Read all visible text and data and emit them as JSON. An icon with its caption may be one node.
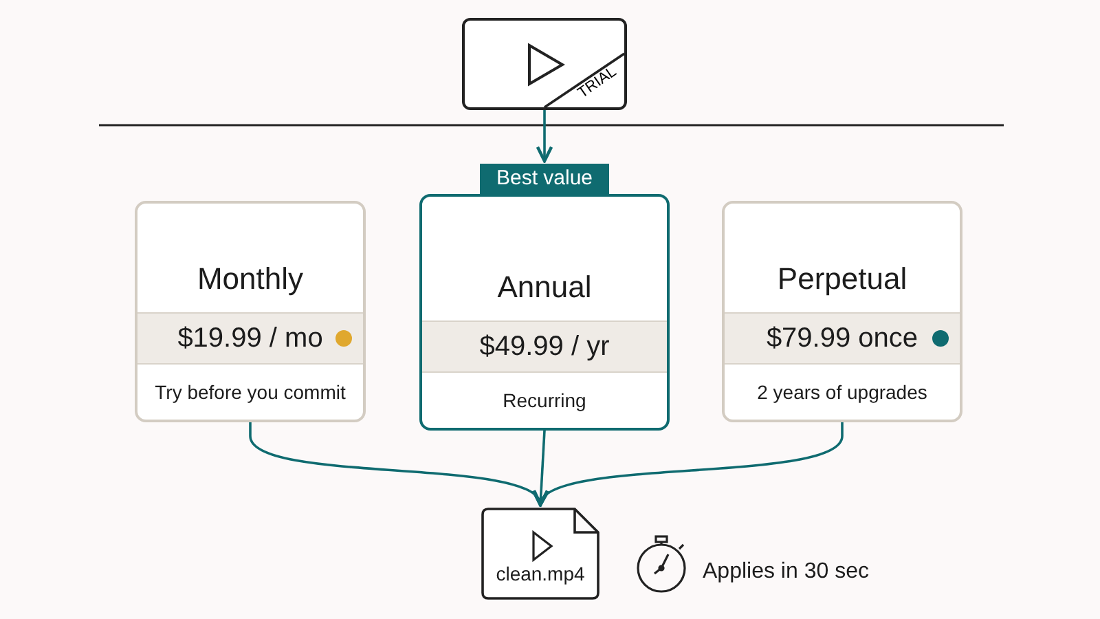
{
  "diagram": {
    "nodes": [
      {
        "text": [
          "TRIAL"
        ]
      },
      {
        "text": [
          "Monthly",
          "$19.99 / mo",
          "Try before you commit"
        ]
      },
      {
        "text": [
          "Best value",
          "Annual",
          "$49.99 / yr",
          "Recurring"
        ]
      },
      {
        "text": [
          "Perpetual",
          "$79.99 once",
          "2 years of upgrades"
        ]
      },
      {
        "text": [
          "clean.mp4"
        ]
      }
    ],
    "edges": [
      {
        "from": 0,
        "to": 2,
        "arrow": "to"
      },
      {
        "from": 1,
        "to": 4,
        "arrow": "to"
      },
      {
        "from": 2,
        "to": 4,
        "arrow": "to"
      },
      {
        "from": 3,
        "to": 4,
        "arrow": "to"
      }
    ],
    "labels": [
      "Applies in 30 sec"
    ]
  }
}
